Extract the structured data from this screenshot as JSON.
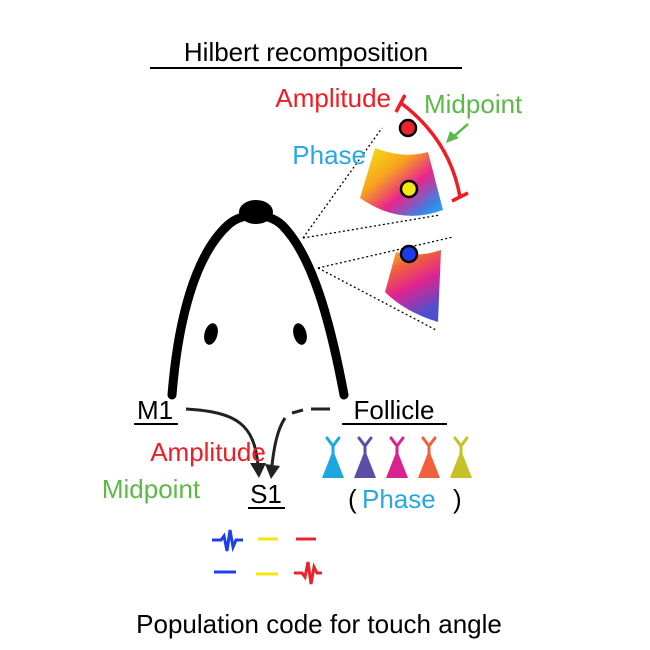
{
  "title": "Hilbert recomposition",
  "labels": {
    "amplitude_top": "Amplitude",
    "midpoint_top": "Midpoint",
    "phase_top": "Phase",
    "m1": "M1",
    "follicle": "Follicle",
    "amplitude_left": "Amplitude",
    "midpoint_left": "Midpoint",
    "s1": "S1",
    "paren_open": "(",
    "phase_bottom": "Phase",
    "paren_close": ")"
  },
  "caption": "Population code for touch angle",
  "colors": {
    "amplitude": "#ee1c24",
    "midpoint": "#5bb947",
    "phase": "#29a8e0",
    "black": "#000000",
    "dot_red": "#e8242c",
    "dot_yellow": "#f5e90f",
    "dot_blue": "#1e3ce6",
    "trace_blue": "#1f3ee8",
    "trace_yellow": "#f3e613",
    "trace_red": "#e8242c"
  },
  "neuron_colors": [
    "#1fa6e0",
    "#5c4da6",
    "#d8238f",
    "#f0603c",
    "#c5c126"
  ],
  "icons": [
    "mouse-head-icon",
    "phase-wedge-icon",
    "pyramidal-neuron-icon",
    "spike-trace-icon"
  ]
}
